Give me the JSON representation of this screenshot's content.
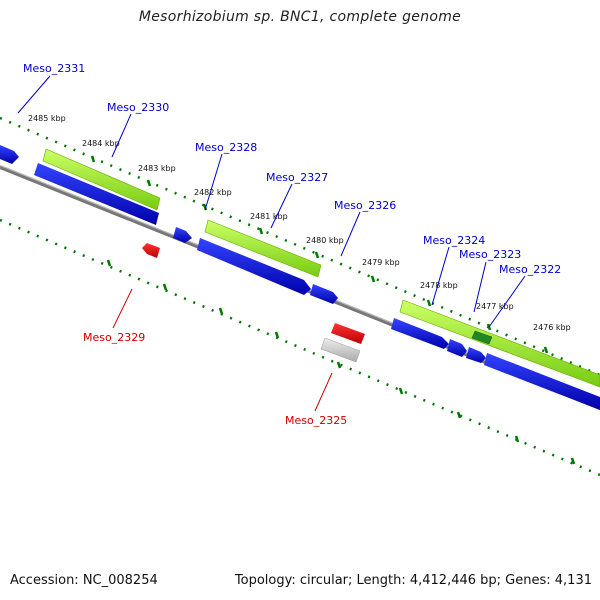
{
  "title": "Mesorhizobium sp. BNC1, complete genome",
  "footer": {
    "accession": "Accession: NC_008254",
    "stats": "Topology: circular; Length: 4,412,446 bp; Genes: 4,131"
  },
  "colors": {
    "forward_gene": "#0000ee",
    "reverse_gene": "#ee0000",
    "cds_feature": "#99ee33",
    "pseudo": "#bbbbbb",
    "tick": "#007700",
    "backbone": "#888888"
  },
  "kbp_labels": [
    "2485 kbp",
    "2484 kbp",
    "2483 kbp",
    "2482 kbp",
    "2481 kbp",
    "2480 kbp",
    "2479 kbp",
    "2478 kbp",
    "2477 kbp",
    "2476 kbp"
  ],
  "genes": [
    {
      "id": "Meso_2331",
      "strand": "forward"
    },
    {
      "id": "Meso_2330",
      "strand": "forward"
    },
    {
      "id": "Meso_2329",
      "strand": "reverse"
    },
    {
      "id": "Meso_2328",
      "strand": "forward"
    },
    {
      "id": "Meso_2327",
      "strand": "forward"
    },
    {
      "id": "Meso_2326",
      "strand": "forward"
    },
    {
      "id": "Meso_2325",
      "strand": "reverse"
    },
    {
      "id": "Meso_2324",
      "strand": "forward"
    },
    {
      "id": "Meso_2323",
      "strand": "forward"
    },
    {
      "id": "Meso_2322",
      "strand": "forward"
    }
  ]
}
